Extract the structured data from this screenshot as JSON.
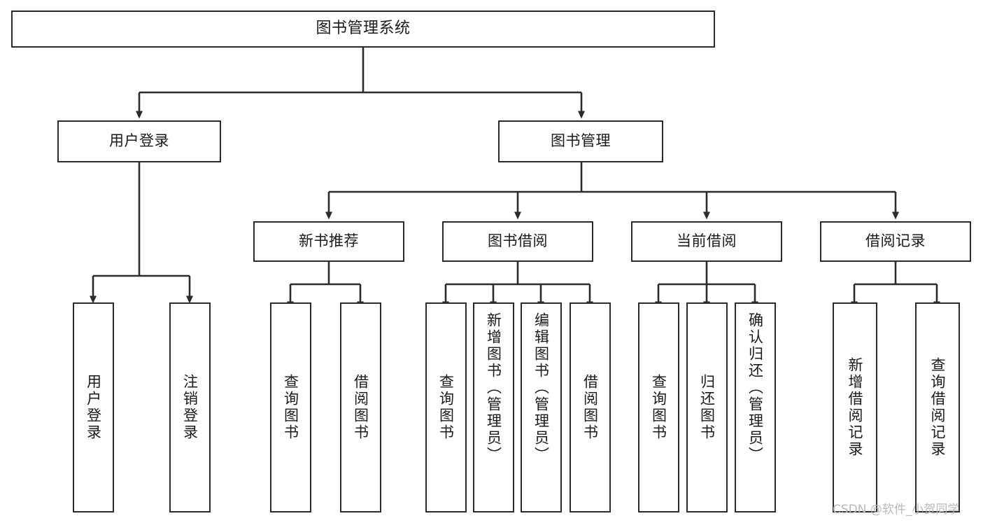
{
  "diagram": {
    "type": "tree-hierarchy-chart",
    "title": "图书管理系统",
    "stroke_color": "#2b2b2b",
    "background_color": "#ffffff",
    "text_color": "#1a1a1a",
    "root": {
      "id": "root",
      "label": "图书管理系统"
    },
    "level1": [
      {
        "id": "user-login",
        "label": "用户登录"
      },
      {
        "id": "book-manage",
        "label": "图书管理"
      }
    ],
    "level2": [
      {
        "id": "new-book-recommend",
        "label": "新书推荐",
        "parent": "book-manage"
      },
      {
        "id": "book-borrow",
        "label": "图书借阅",
        "parent": "book-manage"
      },
      {
        "id": "current-borrow",
        "label": "当前借阅",
        "parent": "book-manage"
      },
      {
        "id": "borrow-record",
        "label": "借阅记录",
        "parent": "book-manage"
      }
    ],
    "leaves": [
      {
        "id": "leaf-user-login",
        "label": "用户登录",
        "parent": "user-login"
      },
      {
        "id": "leaf-user-logout",
        "label": "注销登录",
        "parent": "user-login"
      },
      {
        "id": "leaf-query-book-1",
        "label": "查询图书",
        "parent": "new-book-recommend"
      },
      {
        "id": "leaf-borrow-book-1",
        "label": "借阅图书",
        "parent": "new-book-recommend"
      },
      {
        "id": "leaf-query-book-2",
        "label": "查询图书",
        "parent": "book-borrow"
      },
      {
        "id": "leaf-add-book",
        "label": "新增图书（管理员）",
        "parent": "book-borrow"
      },
      {
        "id": "leaf-edit-book",
        "label": "编辑图书（管理员）",
        "parent": "book-borrow"
      },
      {
        "id": "leaf-borrow-book-2",
        "label": "借阅图书",
        "parent": "book-borrow"
      },
      {
        "id": "leaf-query-book-3",
        "label": "查询图书",
        "parent": "current-borrow"
      },
      {
        "id": "leaf-return-book",
        "label": "归还图书",
        "parent": "current-borrow"
      },
      {
        "id": "leaf-confirm-return",
        "label": "确认归还（管理员）",
        "parent": "current-borrow"
      },
      {
        "id": "leaf-add-record",
        "label": "新增借阅记录",
        "parent": "borrow-record"
      },
      {
        "id": "leaf-query-record",
        "label": "查询借阅记录",
        "parent": "borrow-record"
      }
    ],
    "watermark": "CSDN @软件_小贺同学"
  }
}
